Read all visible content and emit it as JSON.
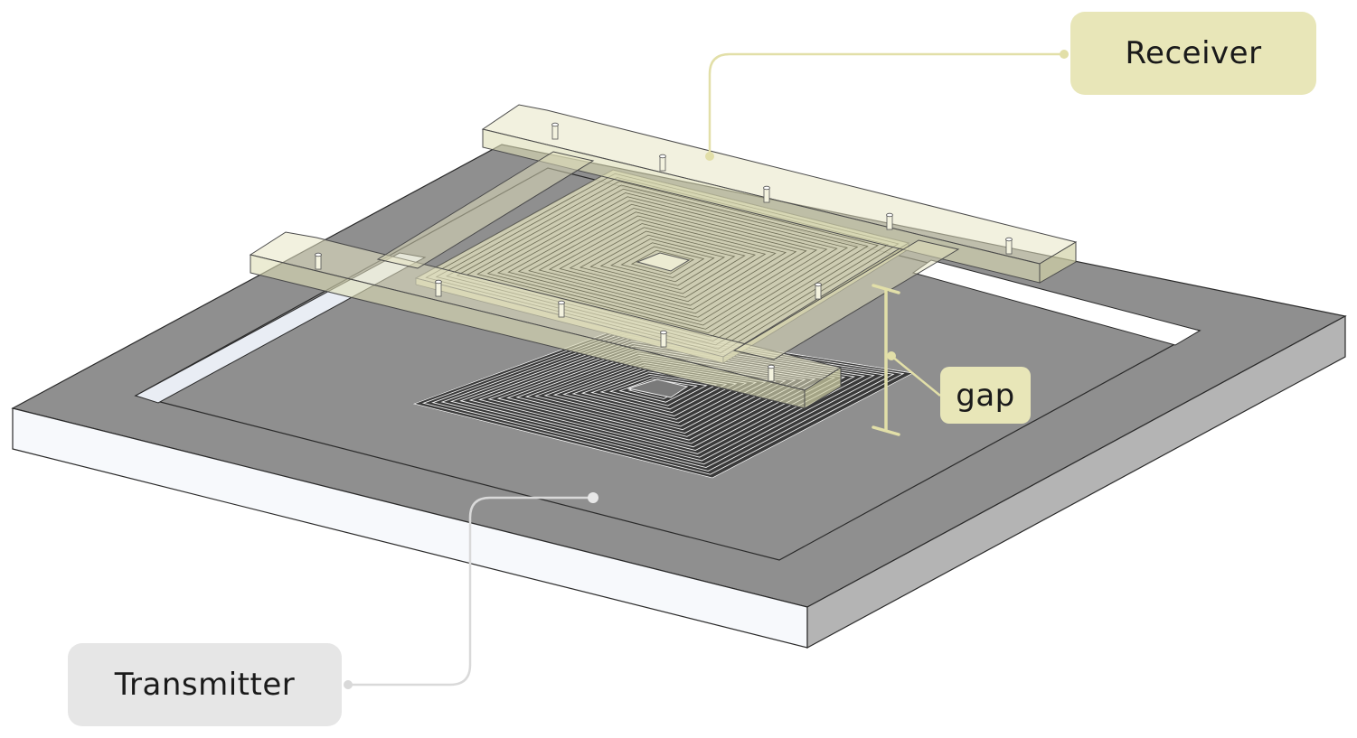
{
  "labels": {
    "receiver": "Receiver",
    "gap": "gap",
    "transmitter": "Transmitter"
  },
  "colors": {
    "receiver_accent": "#e8e6b8",
    "receiver_line": "#e2dfa8",
    "transmitter_accent": "#e6e6e6",
    "transmitter_line": "#d9d9d9",
    "base_top": "#8f8f8f",
    "base_front": "#f7f9fc",
    "base_side": "#b4b4b4",
    "coil_dark": "#2e2e2e"
  },
  "icons": {
    "gap_marker": "dimension-bracket-icon"
  }
}
